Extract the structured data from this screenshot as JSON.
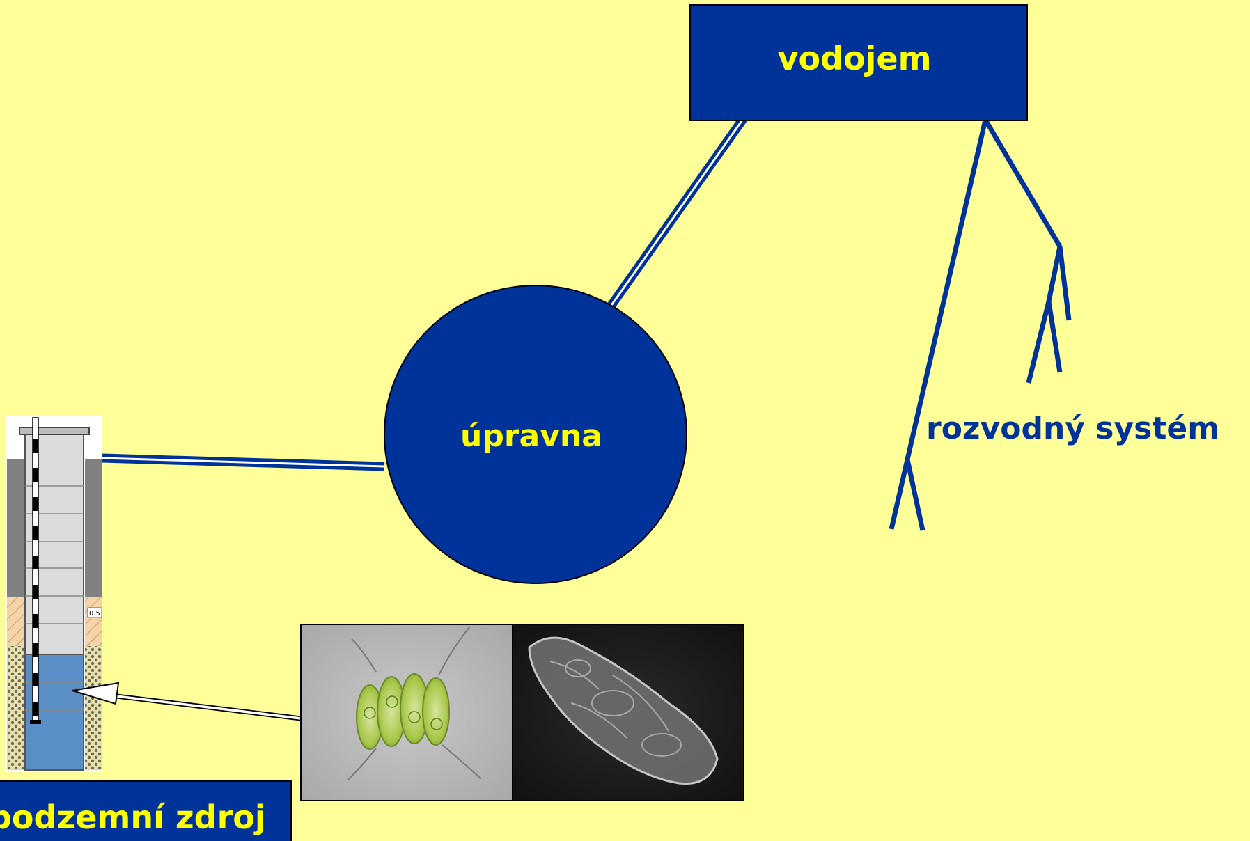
{
  "nodes": {
    "reservoir": {
      "label": "vodojem"
    },
    "treatment": {
      "label": "úpravna"
    },
    "distribution": {
      "label": "rozvodný systém"
    },
    "source": {
      "label": "podzemní zdroj"
    }
  },
  "well_diagram": {
    "depth_marker": "0.5"
  },
  "colors": {
    "background": "#ffff99",
    "node_fill": "#003399",
    "node_text": "#ffff00",
    "distribution_text": "#003399",
    "water": "#5a8fc8"
  }
}
